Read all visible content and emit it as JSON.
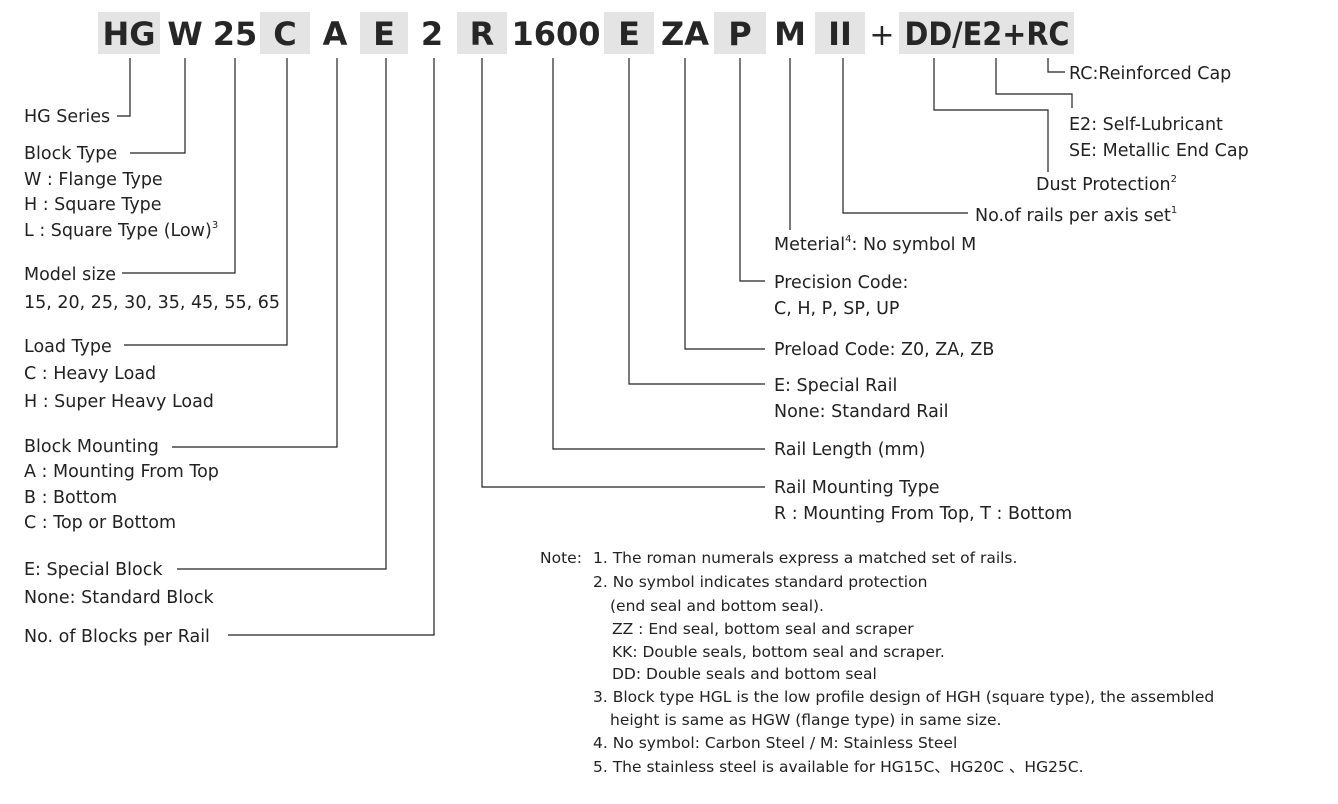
{
  "code": {
    "segments": [
      "HG",
      "W",
      "25",
      "C",
      "A",
      "E",
      "2",
      "R",
      "1600",
      "E",
      "ZA",
      "P",
      "M",
      "II",
      "+",
      "DD/E2+RC"
    ]
  },
  "left": {
    "series": "HG Series",
    "block_type": {
      "title": "Block  Type",
      "items": [
        "W : Flange  Type",
        "H : Square Type",
        "L : Square Type (Low)"
      ],
      "sup": "3"
    },
    "model_size": {
      "title": "Model size",
      "values": "15, 20, 25, 30, 35, 45, 55, 65"
    },
    "load_type": {
      "title": "Load Type",
      "items": [
        "C : Heavy Load",
        "H : Super Heavy Load"
      ]
    },
    "block_mounting": {
      "title": "Block Mounting",
      "items": [
        "A : Mounting From Top",
        "B : Bottom",
        "C : Top or Bottom"
      ]
    },
    "special_block": {
      "title": "E: Special Block",
      "items": [
        "None: Standard Block"
      ]
    },
    "blocks_per_rail": "No. of Blocks per Rail"
  },
  "right": {
    "reinforced_cap": "RC:Reinforced Cap",
    "e2": "E2: Self-Lubricant",
    "se": "SE: Metallic End Cap",
    "dust": "Dust Protection",
    "dust_sup": "2",
    "rails_per_axis": "No.of rails per axis set",
    "rails_sup": "1",
    "material_a": "Meterial",
    "material_sup": "4",
    "material_b": ": No symbol M",
    "precision_title": "Precision Code:",
    "precision_values": "C, H, P, SP, UP",
    "preload": "Preload Code: Z0, ZA, ZB",
    "special_rail": "E: Special Rail",
    "standard_rail": "None: Standard Rail",
    "rail_length": "Rail Length (mm)",
    "rail_mounting": "Rail Mounting Type",
    "rail_mounting_values": "R : Mounting From Top, T : Bottom"
  },
  "notes": {
    "prefix": "Note:",
    "n1": "1. The roman numerals express a matched set of rails.",
    "n2": "2. No symbol indicates standard protection",
    "n2a": "(end seal and bottom seal).",
    "n2b": "ZZ : End seal, bottom seal and scraper",
    "n2c": "KK: Double seals, bottom seal and scraper.",
    "n2d": "DD: Double seals and bottom seal",
    "n3": "3. Block type HGL is the low profile design of HGH (square type), the assembled",
    "n3a": "height is same as HGW (flange type) in same size.",
    "n4": "4. No symbol: Carbon Steel / M: Stainless Steel",
    "n5": "5. The stainless steel is available for HG15C、HG20C 、HG25C."
  }
}
